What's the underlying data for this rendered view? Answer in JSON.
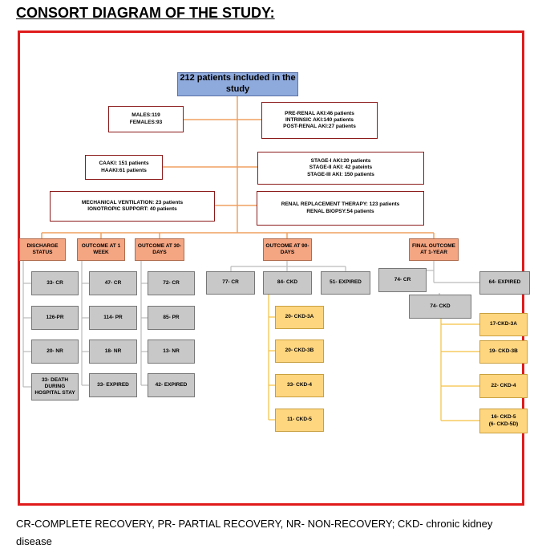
{
  "title": "CONSORT DIAGRAM OF THE STUDY:",
  "root": "212 patients included in the study",
  "info": {
    "sex": "MALES:119\nFEMALES:93",
    "aki_type": "PRE-RENAL AKI:46 patients\nINTRINSIC AKI:140 patients\nPOST-RENAL AKI:27 patients",
    "acquired": "CAAKI: 151 patients\nHAAKI:61 patients",
    "stage": "STAGE-I AKI:20 patients\nSTAGE-II AKI: 42 pateints\nSTAGE-III AKI: 150 patients",
    "support": "MECHANICAL VENTILATION: 23 patients\nIONOTROPIC SUPPORT: 40 patients",
    "rrt": "RENAL REPLACEMENT THERAPY: 123 patients\nRENAL BIOPSY:54 patients"
  },
  "categories": {
    "discharge": "DISCHARGE\nSTATUS",
    "week1": "OUTCOME AT 1\nWEEK",
    "day30": "OUTCOME AT 30-\nDAYS",
    "day90": "OUTCOME AT 90-\nDAYS",
    "year1": "FINAL OUTCOME\nAT 1-YEAR"
  },
  "discharge": [
    "33- CR",
    "126-PR",
    "20- NR",
    "33- DEATH\nDURING\nHOSPITAL STAY"
  ],
  "week1": [
    "47- CR",
    "114- PR",
    "18- NR",
    "33- EXPIRED"
  ],
  "day30": [
    "72- CR",
    "85- PR",
    "13- NR",
    "42- EXPIRED"
  ],
  "day90": {
    "cr": "77- CR",
    "ckd": "84- CKD",
    "expired": "51- EXPIRED",
    "ckd_stages": [
      "20- CKD-3A",
      "20- CKD-3B",
      "33- CKD-4",
      "11- CKD-5"
    ]
  },
  "year1": {
    "cr": "74- CR",
    "expired": "64- EXPIRED",
    "ckd": "74- CKD",
    "ckd_stages": [
      "17-CKD-3A",
      "19- CKD-3B",
      "22- CKD-4",
      "16- CKD-5\n(6- CKD-5D)"
    ]
  },
  "footnote": "CR-COMPLETE RECOVERY, PR- PARTIAL RECOVERY, NR- NON-RECOVERY; CKD- chronic kidney disease",
  "colors": {
    "frame": "#e01b1b",
    "main": "#8ea9db",
    "category": "#f4a582",
    "grey": "#c8c8c8",
    "yellow": "#ffd680",
    "connector": "#f0a060",
    "connector_grey": "#bbbbbb",
    "connector_yellow": "#f5c040"
  }
}
